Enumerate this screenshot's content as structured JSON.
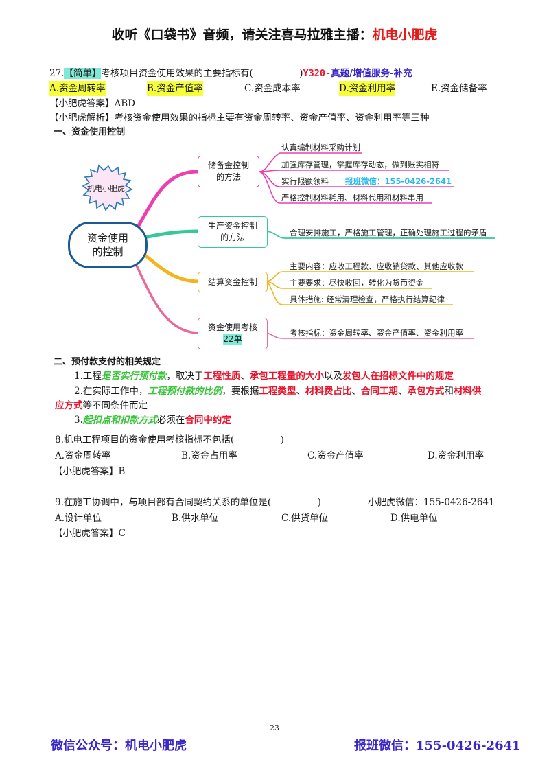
{
  "header": {
    "prefix": "收听《口袋书》音频，请关注喜马拉雅主播：",
    "anchor": "机电小肥虎"
  },
  "q27": {
    "number": "27.",
    "tag": "【简单】",
    "stem": "考核项目资金使用效果的主要指标有(　　　　　)",
    "source": "Y320-真题/增值服务-补充",
    "options": [
      {
        "label": "A.资金周转率",
        "highlighted": true
      },
      {
        "label": "B.资金产值率",
        "highlighted": true
      },
      {
        "label": "C.资金成本率",
        "highlighted": false
      },
      {
        "label": "D.资金利用率",
        "highlighted": true
      },
      {
        "label": "E.资金储备率",
        "highlighted": false
      }
    ],
    "answer_label": "【小肥虎答案】",
    "answer": "ABD",
    "analysis_label": "【小肥虎解析】",
    "analysis": "考核资金使用效果的指标主要有资金周转率、资金产值率、资金利用率等三种"
  },
  "section1": {
    "title": "一、资金使用控制"
  },
  "mindmap": {
    "badge": "机电小肥虎",
    "root": "资金使用\n的控制",
    "root_line1": "资金使用",
    "root_line2": "的控制",
    "colors": {
      "branch1": "#ec3fb0",
      "branch2": "#35c99a",
      "branch3": "#f2b51c",
      "branch4": "#e8699a",
      "root_border": "#1c5a94",
      "badge_fill": "#fbe6f6",
      "badge_border": "#2a78b8",
      "phone": "#27b8f0"
    },
    "branches": [
      {
        "line1": "储备金控制",
        "line2": "的方法",
        "items": [
          "认真编制材料采购计划",
          "加强库存管理，掌握库存动态，做到账实相符",
          "实行限额领料",
          "严格控制材料耗用、材料代用和材料串用"
        ],
        "watermark": "报班微信：155-0426-2641"
      },
      {
        "line1": "生产资金控制",
        "line2": "的方法",
        "items": [
          "合理安排施工，严格施工管理，正确处理施工过程的矛盾"
        ]
      },
      {
        "line1": "结算资金控制",
        "line2": "",
        "items": [
          "主要内容：应收工程款、应收销贷款、其他应收款",
          "主要要求：尽快收回，转化为货币资金",
          "具体措施: 经常清理检查，严格执行结算纪律"
        ]
      },
      {
        "line1": "资金使用考核",
        "line2": "22单",
        "items": [
          "考核指标：资金周转率、资金产值率、资金利用率"
        ]
      }
    ]
  },
  "section2": {
    "title": "二、预付款支付的相关规定",
    "p1": {
      "a": "1.工程",
      "b": "是否实行预付款",
      "c": "，取决于",
      "d": "工程性质",
      "e": "、",
      "f": "承包工程量的大小",
      "g": "以及",
      "h": "发包人在招标文件中的规定"
    },
    "p2": {
      "a": "2.在实际工作中，",
      "b": "工程预付款的比例",
      "c": "，要根据",
      "d": "工程类型",
      "e": "、",
      "f": "材料费占比",
      "g": "、",
      "h": "合同工期",
      "i": "、",
      "j": "承包方式",
      "k": "和",
      "l": "材料供",
      "m": "应方式",
      "n": "等不同条件而定"
    },
    "p3": {
      "a": "3.",
      "b": "起扣点和扣款方式",
      "c": "必须在",
      "d": "合同中约定"
    }
  },
  "q8": {
    "stem": "8.机电工程项目的资金使用考核指标不包括(　　　　　)",
    "options": [
      "A.资金周转率",
      "B.资金占用率",
      "C.资金产值率",
      "D.资金利用率"
    ],
    "answer_label": "【小肥虎答案】",
    "answer": "B"
  },
  "q9": {
    "stem": "9.在施工协调中，与项目部有合同契约关系的单位是(　　　　　)",
    "contact": "小肥虎微信：155-0426-2641",
    "options": [
      "A.设计单位",
      "B.供水单位",
      "C.供货单位",
      "D.供电单位"
    ],
    "answer_label": "【小肥虎答案】",
    "answer": "C"
  },
  "page": {
    "number": "23"
  },
  "footer": {
    "left": "微信公众号：机电小肥虎",
    "right": "报班微信：155-0426-2641"
  }
}
